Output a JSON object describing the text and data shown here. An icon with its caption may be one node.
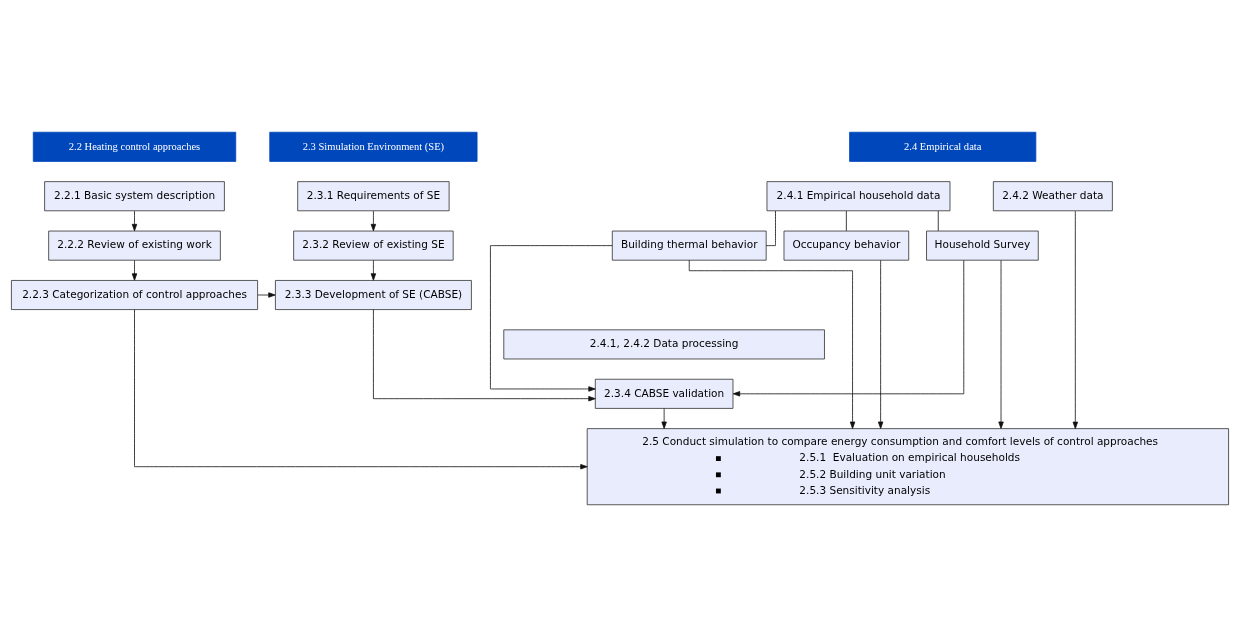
{
  "diagram": {
    "nodes": [
      {
        "text": [
          "2.2 Heating control approaches"
        ]
      },
      {
        "text": [
          "2.3 Simulation Environment (SE)"
        ]
      },
      {
        "text": [
          "2.4 Empirical data"
        ]
      },
      {
        "text": [
          "2.2.1 Basic system description"
        ]
      },
      {
        "text": [
          "2.2.2 Review of existing work"
        ]
      },
      {
        "text": [
          "2.2.3 Categorization of control approaches"
        ]
      },
      {
        "text": [
          "2.3.1 Requirements of SE"
        ]
      },
      {
        "text": [
          "2.3.2 Review of existing SE"
        ]
      },
      {
        "text": [
          "2.3.3 Development of SE (CABSE)"
        ]
      },
      {
        "text": [
          "2.3.4 CABSE validation"
        ]
      },
      {
        "text": [
          "2.4.1 Empirical household data"
        ]
      },
      {
        "text": [
          "2.4.2 Weather data"
        ]
      },
      {
        "text": [
          "Building thermal behavior"
        ]
      },
      {
        "text": [
          "Household Survey"
        ]
      },
      {
        "text": [
          "Occupancy behavior"
        ]
      },
      {
        "text": [
          "2.4.1, 2.4.2 Data processing"
        ]
      },
      {
        "text": [
          "2.5 Conduct simulation to compare energy consumption and comfort levels of control approaches",
          "2.5.1  Evaluation on empirical households",
          "2.5.2 Building unit variation",
          "2.5.3 Sensitivity analysis"
        ]
      }
    ],
    "edges": [
      {
        "from": 3,
        "to": 4,
        "arrow": "to"
      },
      {
        "from": 4,
        "to": 5,
        "arrow": "to"
      },
      {
        "from": 5,
        "to": 8,
        "arrow": "to"
      },
      {
        "from": 6,
        "to": 7,
        "arrow": "to"
      },
      {
        "from": 7,
        "to": 8,
        "arrow": "to"
      },
      {
        "from": 8,
        "to": 9,
        "arrow": "to"
      },
      {
        "from": 10,
        "to": 12,
        "arrow": "none"
      },
      {
        "from": 10,
        "to": 13,
        "arrow": "none"
      },
      {
        "from": 10,
        "to": 14,
        "arrow": "none"
      },
      {
        "from": 12,
        "to": 9,
        "arrow": "to"
      },
      {
        "from": 13,
        "to": 9,
        "arrow": "to"
      },
      {
        "from": 5,
        "to": 16,
        "arrow": "to"
      },
      {
        "from": 9,
        "to": 16,
        "arrow": "to"
      },
      {
        "from": 12,
        "to": 16,
        "arrow": "to"
      },
      {
        "from": 13,
        "to": 16,
        "arrow": "to"
      },
      {
        "from": 14,
        "to": 16,
        "arrow": "to"
      },
      {
        "from": 11,
        "to": 16,
        "arrow": "to"
      }
    ]
  }
}
